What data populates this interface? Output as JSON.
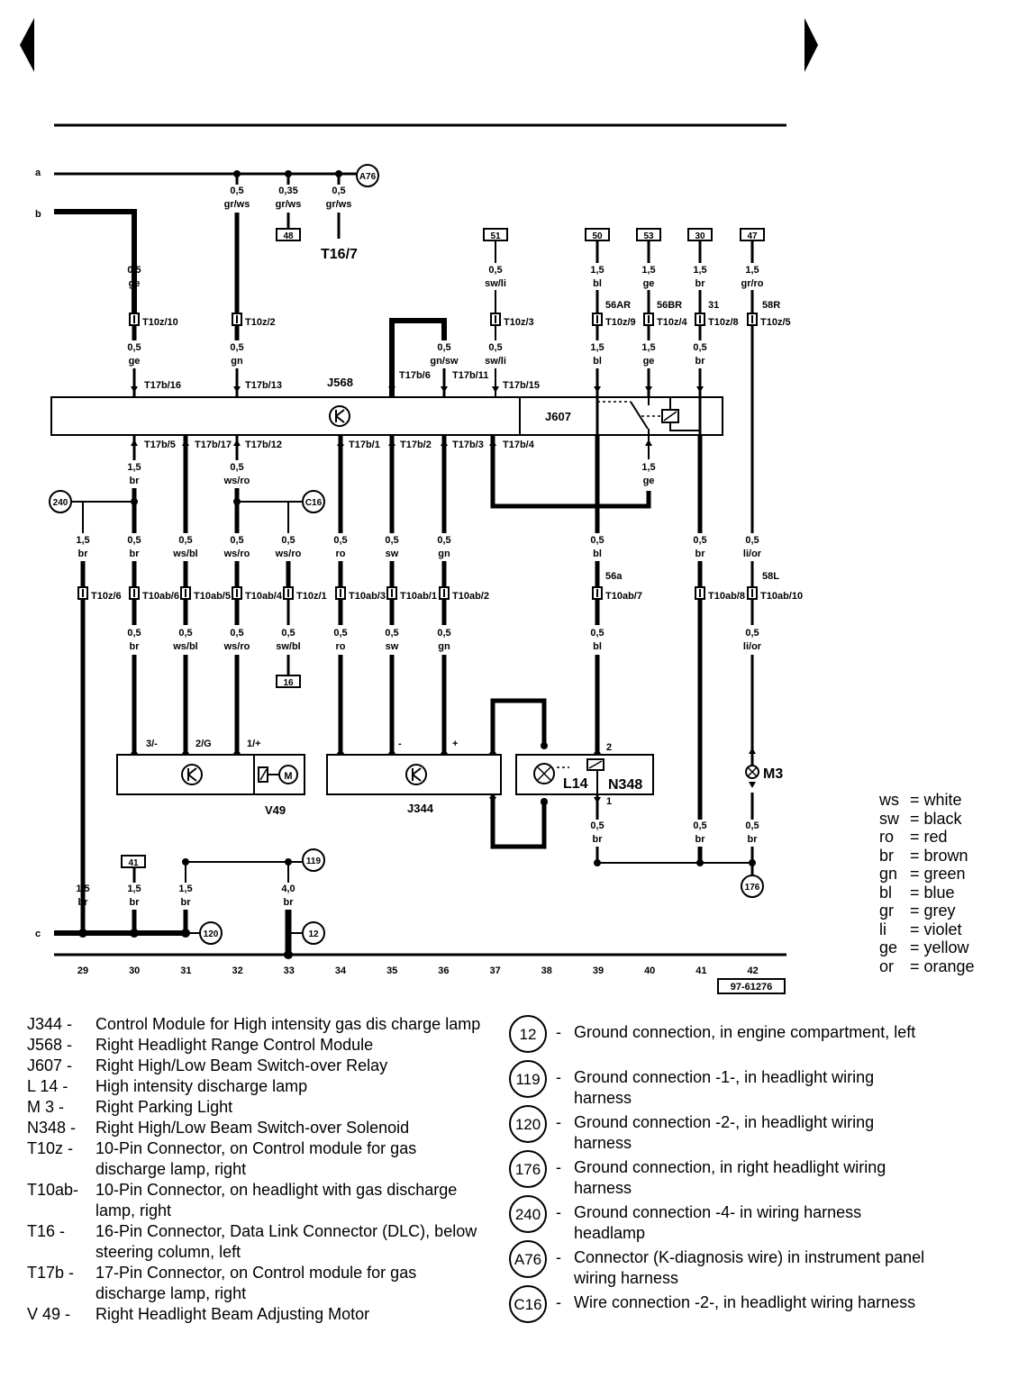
{
  "nav": {
    "prev_label": "previous page",
    "next_label": "next page"
  },
  "diagram_ref": "97-61276",
  "buses": {
    "a": "a",
    "b": "b",
    "c": "c"
  },
  "tracks": [
    "29",
    "30",
    "31",
    "32",
    "33",
    "34",
    "35",
    "36",
    "37",
    "38",
    "39",
    "40",
    "41",
    "42"
  ],
  "top_wires": [
    {
      "size": "0,5",
      "color": "gr/ws"
    },
    {
      "size": "0,35",
      "color": "gr/ws"
    },
    {
      "size": "0,5",
      "color": "gr/ws"
    }
  ],
  "terminal_boxes": {
    "t48": "48",
    "t51": "51",
    "t50": "50",
    "t53": "53",
    "t30": "30",
    "t47": "47",
    "t16": "16",
    "t41": "41"
  },
  "circles": {
    "a76": "A76",
    "c16": "C16",
    "g240": "240",
    "g176": "176",
    "g119": "119",
    "g12": "12",
    "g120": "120"
  },
  "t16_label": "T16/7",
  "upper_wires": [
    {
      "size": "0,5",
      "color": "ge"
    },
    {
      "size": "0,5",
      "color": "sw/li"
    },
    {
      "size": "1,5",
      "color": "bl"
    },
    {
      "size": "1,5",
      "color": "ge"
    },
    {
      "size": "1,5",
      "color": "br"
    },
    {
      "size": "1,5",
      "color": "gr/ro"
    }
  ],
  "upper_connectors": [
    "T10z/10",
    "T10z/2",
    "T10z/3",
    "T10z/9",
    "T10z/4",
    "T10z/8",
    "T10z/5"
  ],
  "terminal_codes": [
    "56AR",
    "56BR",
    "31",
    "58R",
    "56a",
    "58L"
  ],
  "mid_wires": [
    {
      "size": "0,5",
      "color": "ge"
    },
    {
      "size": "0,5",
      "color": "gn"
    },
    {
      "size": "0,5",
      "color": "gn/sw"
    },
    {
      "size": "0,5",
      "color": "sw/li"
    },
    {
      "size": "1,5",
      "color": "bl"
    },
    {
      "size": "1,5",
      "color": "ge"
    },
    {
      "size": "0,5",
      "color": "br"
    }
  ],
  "t17b_pins": [
    "T17b/16",
    "T17b/13",
    "T17b/6",
    "T17b/11",
    "T17b/15",
    "T17b/5",
    "T17b/17",
    "T17b/12",
    "T17b/1",
    "T17b/2",
    "T17b/3",
    "T17b/4"
  ],
  "modules": {
    "j568": "J568",
    "j607": "J607",
    "j344": "J344",
    "v49": "V49",
    "l14": "L14",
    "n348": "N348",
    "m3": "M3"
  },
  "lower_wires_a": [
    {
      "size": "1,5",
      "color": "br"
    },
    {
      "size": "0,5",
      "color": "ws/ro"
    },
    {
      "size": "1,5",
      "color": "ge"
    },
    {
      "size": "1,5",
      "color": "br"
    },
    {
      "size": "0,5",
      "color": "br"
    },
    {
      "size": "0,5",
      "color": "ws/bl"
    },
    {
      "size": "0,5",
      "color": "ws/ro"
    },
    {
      "size": "0,5",
      "color": "ws/ro"
    },
    {
      "size": "0,5",
      "color": "ro"
    },
    {
      "size": "0,5",
      "color": "sw"
    },
    {
      "size": "0,5",
      "color": "gn"
    },
    {
      "size": "0,5",
      "color": "bl"
    },
    {
      "size": "0,5",
      "color": "br"
    },
    {
      "size": "0,5",
      "color": "li/or"
    }
  ],
  "lower_connectors": [
    "T10z/6",
    "T10ab/6",
    "T10ab/5",
    "T10ab/4",
    "T10z/1",
    "T10ab/3",
    "T10ab/1",
    "T10ab/2",
    "T10ab/7",
    "T10ab/8",
    "T10ab/10"
  ],
  "lower_wires_b": [
    {
      "size": "0,5",
      "color": "br"
    },
    {
      "size": "0,5",
      "color": "ws/bl"
    },
    {
      "size": "0,5",
      "color": "ws/ro"
    },
    {
      "size": "0,5",
      "color": "sw/bl"
    },
    {
      "size": "0,5",
      "color": "ro"
    },
    {
      "size": "0,5",
      "color": "sw"
    },
    {
      "size": "0,5",
      "color": "gn"
    },
    {
      "size": "0,5",
      "color": "bl"
    },
    {
      "size": "0,5",
      "color": "li/or"
    }
  ],
  "pins": {
    "v49_a": "3/-",
    "v49_b": "2/G",
    "v49_c": "1/+",
    "j344_minus": "-",
    "j344_plus": "+",
    "n348_2": "2",
    "n348_1": "1"
  },
  "bottom_wires": [
    {
      "size": "0,5",
      "color": "br"
    },
    {
      "size": "0,5",
      "color": "br"
    },
    {
      "size": "0,5",
      "color": "br"
    },
    {
      "size": "1,5",
      "color": "br"
    },
    {
      "size": "1,5",
      "color": "br"
    },
    {
      "size": "1,5",
      "color": "br"
    },
    {
      "size": "4,0",
      "color": "br"
    }
  ],
  "color_key": [
    {
      "abbr": "ws",
      "name": "= white"
    },
    {
      "abbr": "sw",
      "name": "= black"
    },
    {
      "abbr": "ro",
      "name": "= red"
    },
    {
      "abbr": "br",
      "name": "= brown"
    },
    {
      "abbr": "gn",
      "name": "= green"
    },
    {
      "abbr": "bl",
      "name": "= blue"
    },
    {
      "abbr": "gr",
      "name": "= grey"
    },
    {
      "abbr": "li",
      "name": "= violet"
    },
    {
      "abbr": "ge",
      "name": "= yellow"
    },
    {
      "abbr": "or",
      "name": "= orange"
    }
  ],
  "legend_left": [
    {
      "code": "J344 -",
      "desc": "Control Module for High intensity gas dis charge lamp"
    },
    {
      "code": "J568 -",
      "desc": "Right Headlight Range Control Module"
    },
    {
      "code": "J607 -",
      "desc": "Right High/Low Beam Switch-over Relay"
    },
    {
      "code": "L 14 -",
      "desc": "High intensity discharge lamp"
    },
    {
      "code": "M 3 -",
      "desc": "Right Parking Light"
    },
    {
      "code": "N348 -",
      "desc": "Right High/Low Beam Switch-over Solenoid"
    },
    {
      "code": "T10z -",
      "desc": "10-Pin Connector, on Control module for gas discharge lamp, right"
    },
    {
      "code": "T10ab-",
      "desc": "10-Pin Connector, on headlight with gas discharge lamp, right"
    },
    {
      "code": "T16 -",
      "desc": "16-Pin Connector, Data Link Connector (DLC), below steering column, left"
    },
    {
      "code": "T17b -",
      "desc": "17-Pin Connector, on Control module for gas discharge lamp, right"
    },
    {
      "code": "V 49 -",
      "desc": "Right Headlight Beam Adjusting Motor"
    }
  ],
  "legend_right": [
    {
      "code": "12",
      "desc": "Ground connection, in engine compartment, left"
    },
    {
      "code": "119",
      "desc": "Ground connection -1-, in headlight wiring harness"
    },
    {
      "code": "120",
      "desc": "Ground connection -2-, in headlight wiring harness"
    },
    {
      "code": "176",
      "desc": "Ground connection, in right headlight wiring harness"
    },
    {
      "code": "240",
      "desc": "Ground connection -4- in wiring harness headlamp"
    },
    {
      "code": "A76",
      "desc": "Connector (K-diagnosis wire) in instrument panel wiring harness"
    },
    {
      "code": "C16",
      "desc": "Wire connection -2-, in headlight wiring harness"
    }
  ]
}
